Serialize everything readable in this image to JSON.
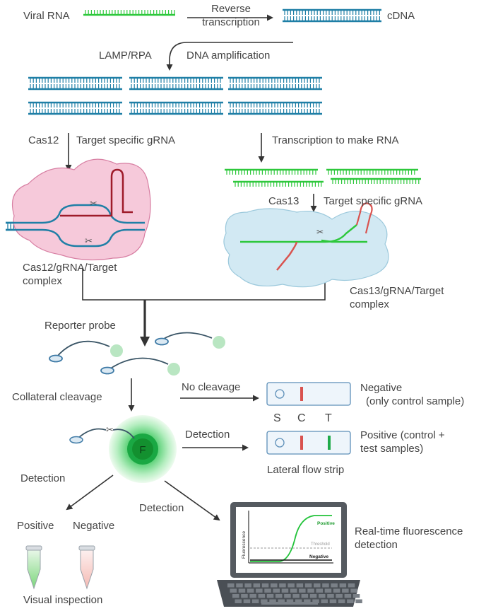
{
  "labels": {
    "viral_rna": "Viral RNA",
    "reverse_transcription": [
      "Reverse",
      "transcription"
    ],
    "cdna": "cDNA",
    "lamp_rpa": "LAMP/RPA",
    "dna_amplification": "DNA amplification",
    "cas12": "Cas12",
    "cas12_grna": "Target specific gRNA",
    "transcription_rna": "Transcription to make RNA",
    "cas13": "Cas13",
    "cas13_grna": "Target specific gRNA",
    "cas12_complex": [
      "Cas12/gRNA/Target",
      "complex"
    ],
    "cas13_complex": [
      "Cas13/gRNA/Target",
      "complex"
    ],
    "reporter_probe": "Reporter probe",
    "collateral_cleavage": "Collateral cleavage",
    "no_cleavage": "No  cleavage",
    "negative_strip": [
      "Negative",
      "(only control sample)"
    ],
    "strip_letters": [
      "S",
      "C",
      "T"
    ],
    "detection_strip": "Detection",
    "positive_strip": [
      "Positive (control +",
      "test samples)"
    ],
    "lateral_flow": "Lateral flow strip",
    "fluor_letter": "F",
    "detection_left": "Detection",
    "detection_mid": "Detection",
    "tube_positive": "Positive",
    "tube_negative": "Negative",
    "visual_inspection": "Visual inspection",
    "realtime": [
      "Real-time fluorescence",
      "detection"
    ],
    "graph_positive": "Positive",
    "graph_threshold": "Threshold",
    "graph_negative": "Negative",
    "graph_ylabel": "Fluorescence"
  },
  "colors": {
    "dna_blue": "#1f7fa6",
    "rna_green": "#2ec83c",
    "cas12_pink": "#f5c6d8",
    "cas13_blue": "#cfe7f2",
    "guide_red": "#9e1b2a",
    "fluor_green": "#1db954",
    "control_line": "#d9534f",
    "test_line": "#1faa4a"
  }
}
